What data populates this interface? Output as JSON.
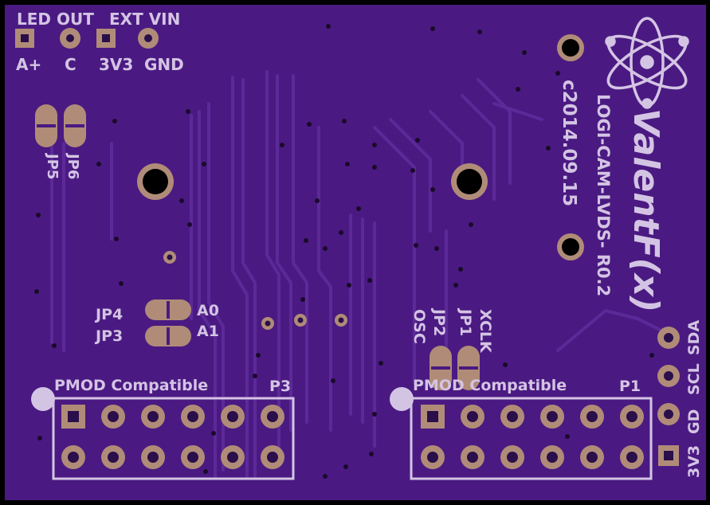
{
  "top_labels": {
    "led_out": "LED OUT",
    "ext_vin": "EXT VIN",
    "a_plus": "A+",
    "c": "C",
    "v3v3": "3V3",
    "gnd": "GND"
  },
  "jumpers": {
    "jp6": "JP6",
    "jp5": "JP5",
    "jp4": "JP4",
    "jp3": "JP3",
    "a0": "A0",
    "a1": "A1",
    "jp2": "JP2",
    "jp1": "JP1",
    "osc": "OSC",
    "xclk": "XCLK"
  },
  "headers": {
    "left_title": "PMOD Compatible",
    "left_name": "P3",
    "right_title": "PMOD Compatible",
    "right_name": "P1"
  },
  "i2c": {
    "sda": "SDA",
    "scl": "SCL",
    "gd": "GD",
    "v3v3": "3V3"
  },
  "board_info": {
    "brand": "ValentF(x)",
    "board_name": "LOGI-CAM-LVDS- R0.2",
    "date": "c2014.09.15"
  },
  "colors": {
    "board": "#4a1a82",
    "copper": "#5a2894",
    "pad": "#b08c78",
    "silkscreen": "#d4c4e4"
  }
}
